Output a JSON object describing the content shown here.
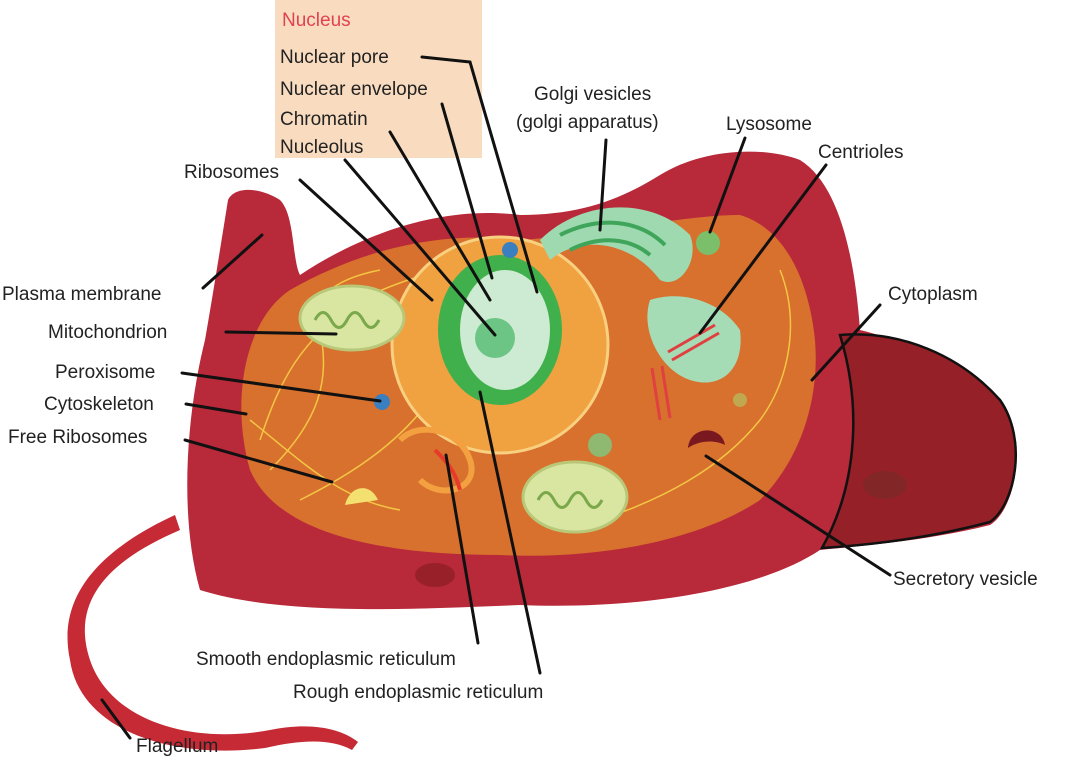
{
  "nucleus_box": {
    "title": "Nucleus",
    "items": [
      "Nuclear pore",
      "Nuclear envelope",
      "Chromatin",
      "Nucleolus"
    ]
  },
  "labels": {
    "ribosomes": "Ribosomes",
    "golgi_line1": "Golgi vesicles",
    "golgi_line2": "(golgi apparatus)",
    "lysosome": "Lysosome",
    "centrioles": "Centrioles",
    "cytoplasm": "Cytoplasm",
    "plasma_membrane": "Plasma membrane",
    "mitochondrion": "Mitochondrion",
    "peroxisome": "Peroxisome",
    "cytoskeleton": "Cytoskeleton",
    "free_ribosomes": "Free Ribosomes",
    "secretory_vesicle": "Secretory vesicle",
    "smooth_er": "Smooth endoplasmic reticulum",
    "rough_er": "Rough endoplasmic reticulum",
    "flagellum": "Flagellum"
  },
  "colors": {
    "membrane": "#b8293a",
    "cytoplasm": "#d8702e",
    "nucleus_box": "#f9dcc0",
    "nucleus_title": "#e0434f"
  }
}
